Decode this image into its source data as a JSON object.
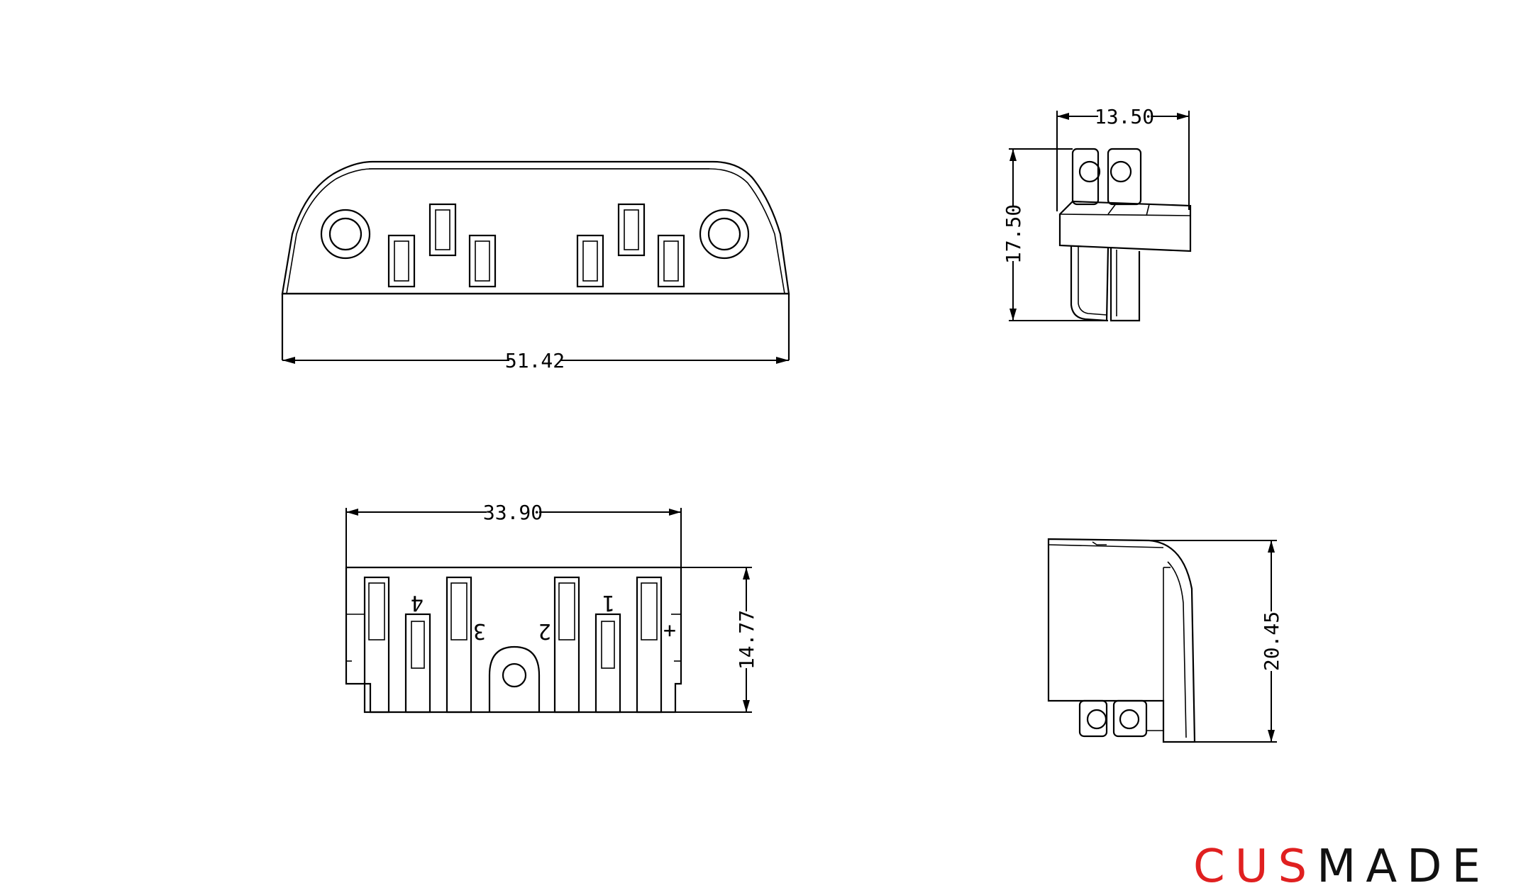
{
  "dimensions": {
    "front_width": "51.42",
    "side_width": "13.50",
    "side_height": "17.50",
    "bottom_width": "33.90",
    "bottom_height": "14.77",
    "rear_height": "20.45"
  },
  "pin_labels": {
    "p4": "4",
    "p3": "3",
    "p2": "2",
    "p1": "1",
    "plus": "+"
  },
  "logo": {
    "part1": "CUS",
    "part2": "MADE",
    "color_part1": "#e02020",
    "color_part2": "#111111"
  }
}
